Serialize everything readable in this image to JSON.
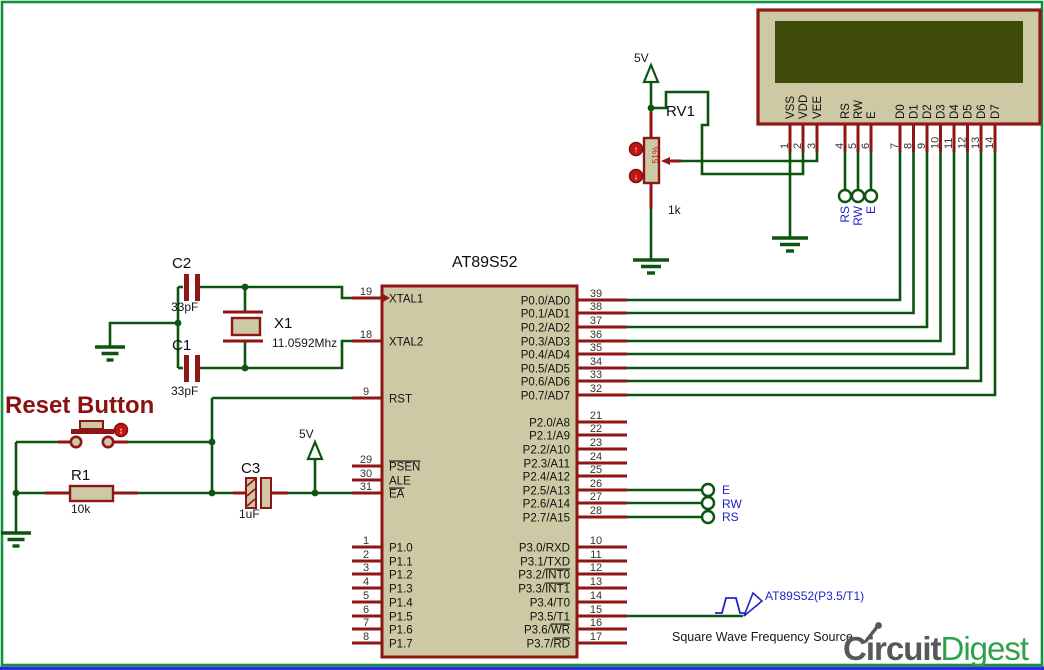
{
  "colors": {
    "wire_green": "#0d5410",
    "component_red": "#8e1616",
    "body_beige": "#cdc9a4",
    "screen_olive": "#3e4a08",
    "border_green": "#12913e",
    "bottom_blue": "#2b2bd5",
    "annotation_blue": "#2222cc",
    "reset_maroon": "#8c1212",
    "toggle_red": "#c51414",
    "logo_gray": "#565859",
    "logo_green": "#2fa14b"
  },
  "chip": {
    "ref": "AT89S52",
    "left_pins": [
      {
        "num": "19",
        "pre": "XTAL1",
        "over": ""
      },
      {
        "num": "18",
        "pre": "XTAL2",
        "over": ""
      },
      {
        "num": "9",
        "pre": "RST",
        "over": ""
      },
      {
        "num": "29",
        "pre": "",
        "over": "PSEN"
      },
      {
        "num": "30",
        "pre": "ALE",
        "over": ""
      },
      {
        "num": "31",
        "pre": "",
        "over": "EA"
      },
      {
        "num": "1",
        "pre": "P1.0",
        "over": ""
      },
      {
        "num": "2",
        "pre": "P1.1",
        "over": ""
      },
      {
        "num": "3",
        "pre": "P1.2",
        "over": ""
      },
      {
        "num": "4",
        "pre": "P1.3",
        "over": ""
      },
      {
        "num": "5",
        "pre": "P1.4",
        "over": ""
      },
      {
        "num": "6",
        "pre": "P1.5",
        "over": ""
      },
      {
        "num": "7",
        "pre": "P1.6",
        "over": ""
      },
      {
        "num": "8",
        "pre": "P1.7",
        "over": ""
      }
    ],
    "right_pins": [
      {
        "num": "39",
        "pre": "P0.0/AD0",
        "over": ""
      },
      {
        "num": "38",
        "pre": "P0.1/AD1",
        "over": ""
      },
      {
        "num": "37",
        "pre": "P0.2/AD2",
        "over": ""
      },
      {
        "num": "36",
        "pre": "P0.3/AD3",
        "over": ""
      },
      {
        "num": "35",
        "pre": "P0.4/AD4",
        "over": ""
      },
      {
        "num": "34",
        "pre": "P0.5/AD5",
        "over": ""
      },
      {
        "num": "33",
        "pre": "P0.6/AD6",
        "over": ""
      },
      {
        "num": "32",
        "pre": "P0.7/AD7",
        "over": ""
      },
      {
        "num": "21",
        "pre": "P2.0/A8",
        "over": ""
      },
      {
        "num": "22",
        "pre": "P2.1/A9",
        "over": ""
      },
      {
        "num": "23",
        "pre": "P2.2/A10",
        "over": ""
      },
      {
        "num": "24",
        "pre": "P2.3/A11",
        "over": ""
      },
      {
        "num": "25",
        "pre": "P2.4/A12",
        "over": ""
      },
      {
        "num": "26",
        "pre": "P2.5/A13",
        "over": ""
      },
      {
        "num": "27",
        "pre": "P2.6/A14",
        "over": ""
      },
      {
        "num": "28",
        "pre": "P2.7/A15",
        "over": ""
      },
      {
        "num": "10",
        "pre": "P3.0/RXD",
        "over": ""
      },
      {
        "num": "11",
        "pre": "P3.1/TXD",
        "over": ""
      },
      {
        "num": "12",
        "pre": "P3.2/",
        "over": "INT0"
      },
      {
        "num": "13",
        "pre": "P3.3/",
        "over": "INT1"
      },
      {
        "num": "14",
        "pre": "P3.4/T0",
        "over": ""
      },
      {
        "num": "15",
        "pre": "P3.5/T1",
        "over": ""
      },
      {
        "num": "16",
        "pre": "P3.6/",
        "over": "WR"
      },
      {
        "num": "17",
        "pre": "P3.7/",
        "over": "RD"
      }
    ]
  },
  "lcd": {
    "pins": [
      {
        "num": "1",
        "name": "VSS"
      },
      {
        "num": "2",
        "name": "VDD"
      },
      {
        "num": "3",
        "name": "VEE"
      },
      {
        "num": "4",
        "name": "RS"
      },
      {
        "num": "5",
        "name": "RW"
      },
      {
        "num": "6",
        "name": "E"
      },
      {
        "num": "7",
        "name": "D0"
      },
      {
        "num": "8",
        "name": "D1"
      },
      {
        "num": "9",
        "name": "D2"
      },
      {
        "num": "10",
        "name": "D3"
      },
      {
        "num": "11",
        "name": "D4"
      },
      {
        "num": "12",
        "name": "D5"
      },
      {
        "num": "13",
        "name": "D6"
      },
      {
        "num": "14",
        "name": "D7"
      }
    ],
    "net_labels": [
      "RS",
      "RW",
      "E"
    ]
  },
  "pot": {
    "ref": "RV1",
    "value": "1k",
    "setting": "51%"
  },
  "crystal": {
    "ref": "X1",
    "value": "11.0592Mhz"
  },
  "cap_c2": {
    "ref": "C2",
    "value": "33pF"
  },
  "cap_c1": {
    "ref": "C1",
    "value": "33pF"
  },
  "cap_c3": {
    "ref": "C3",
    "value": "1uF"
  },
  "resistor_r1": {
    "ref": "R1",
    "value": "10k"
  },
  "power": {
    "v5_top": "5V",
    "v5_reset": "5V"
  },
  "reset_label": "Reset Button",
  "net_labels_right": [
    "E",
    "RW",
    "RS"
  ],
  "annotation": {
    "label": "AT89S52(P3.5/T1)",
    "caption": "Square Wave Frequency Source"
  },
  "logo": {
    "part1": "Circuit",
    "part2": "Digest"
  }
}
